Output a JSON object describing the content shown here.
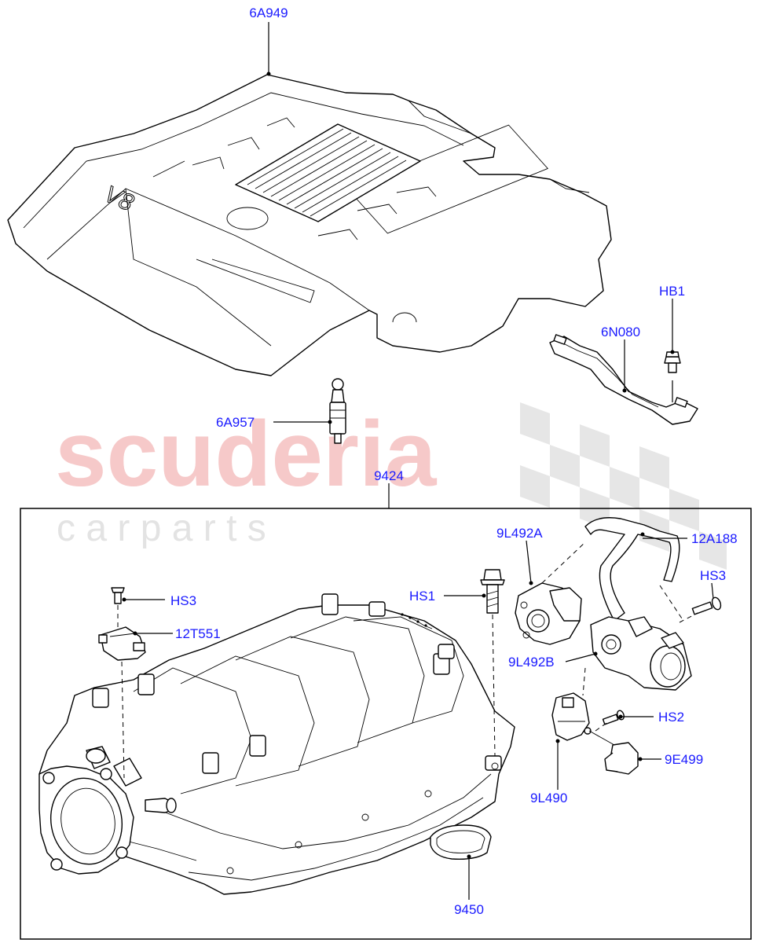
{
  "watermark": {
    "brand": "scuderia",
    "tagline": "c  a  r     p  a  r  t  s"
  },
  "callouts": {
    "engine_cover": "6A949",
    "cover_mount": "6A957",
    "bracket": "6N080",
    "bracket_bolt": "HB1",
    "manifold_assembly": "9424",
    "valve_a": "9L492A",
    "hose": "12A188",
    "screw_hs3_right": "HS3",
    "screw_hs3_left": "HS3",
    "sensor": "12T551",
    "bolt_hs1": "HS1",
    "valve_b": "9L492B",
    "screw_hs2": "HS2",
    "actuator": "9L490",
    "connector": "9E499",
    "gasket": "9450"
  }
}
